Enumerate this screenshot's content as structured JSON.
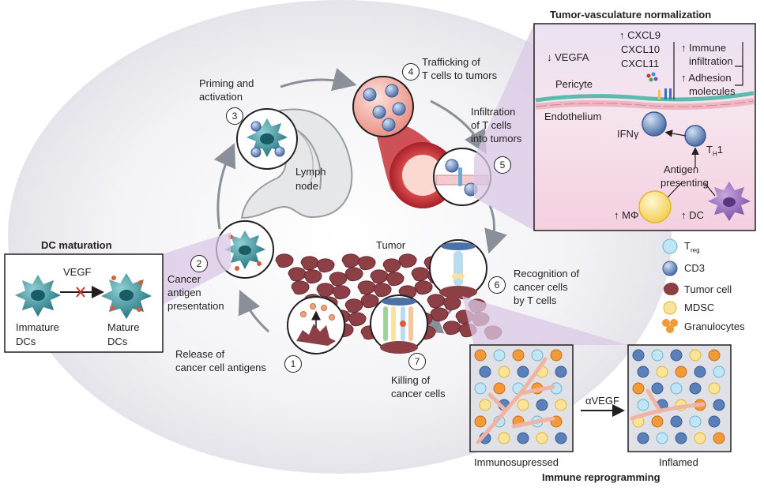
{
  "steps": [
    {
      "num": "1",
      "label_line1": "Release of",
      "label_line2": "cancer cell antigens"
    },
    {
      "num": "2",
      "label_line1": "Cancer",
      "label_line2": "antigen",
      "label_line3": "presentation"
    },
    {
      "num": "3",
      "label_line1": "Priming and",
      "label_line2": "activation"
    },
    {
      "num": "4",
      "label_line1": "Trafficking of",
      "label_line2": "T cells to tumors"
    },
    {
      "num": "5",
      "label_line1": "Infiltration",
      "label_line2": "of T cells",
      "label_line3": "into tumors"
    },
    {
      "num": "6",
      "label_line1": "Recognition of",
      "label_line2": "cancer cells",
      "label_line3": "by T cells"
    },
    {
      "num": "7",
      "label_line1": "Killing of",
      "label_line2": "cancer cells"
    }
  ],
  "lymph_node": {
    "line1": "Lymph",
    "line2": "node"
  },
  "tumor_label": "Tumor",
  "dc_maturation": {
    "title": "DC maturation",
    "vegf": "VEGF",
    "immature_line1": "Immature",
    "immature_line2": "DCs",
    "mature_line1": "Mature",
    "mature_line2": "DCs"
  },
  "normalization": {
    "title": "Tumor-vasculature normalization",
    "vegfa": "↓ VEGFA",
    "cxcl9": "↑ CXCL9",
    "cxcl10": "CXCL10",
    "cxcl11": "CXCL11",
    "immune1": "↑ Immune",
    "immune2": "infiltration",
    "adhesion1": "↑ Adhesion",
    "adhesion2": "molecules",
    "pericyte": "Pericyte",
    "endothelium": "Endothelium",
    "ifn": "IFNγ",
    "th1_base": "T",
    "th1_sub": "H",
    "th1_tail": "1",
    "antigen1": "Antigen",
    "antigen2": "presenting",
    "mphi": "↑ MΦ",
    "dc": "↑ DC"
  },
  "legend": [
    {
      "base": "T",
      "sub": "reg",
      "color": "#bfe6f6"
    },
    {
      "base": "CD3",
      "sub": "",
      "color": "#7a9ccf"
    },
    {
      "base": "Tumor cell",
      "sub": "",
      "color": "#8c3f45"
    },
    {
      "base": "MDSC",
      "sub": "",
      "color": "#fbe49a"
    },
    {
      "base": "Granulocytes",
      "sub": "",
      "color": "#f39a36"
    }
  ],
  "reprogramming": {
    "avegf": "αVEGF",
    "left_label": "Immunosupressed",
    "right_label": "Inflamed",
    "title": "Immune reprogramming"
  },
  "colors": {
    "tumor": "#8c3f45",
    "dc_teal": "#2f8f9c",
    "tcell_blue": "#5b7fb9",
    "treg_light": "#bfe6f6",
    "granulocyte": "#f39a36",
    "mdsc": "#fbe49a",
    "vessel_red": "#d1474d",
    "panel_pink": "#f7d9e6",
    "callout_purple": "#d9c8e6"
  }
}
